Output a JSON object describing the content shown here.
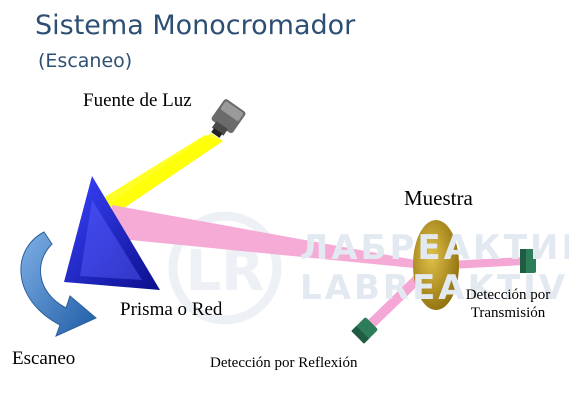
{
  "diagram": {
    "title": "Sistema Monocromador",
    "subtitle": "(Escaneo)",
    "labels": {
      "light_source": "Fuente de Luz",
      "prism": "Prisma o Red",
      "scan": "Escaneo",
      "sample": "Muestra",
      "reflection_detection": "Detección por Reflexión",
      "transmission_detection": "Detección por Transmisión"
    },
    "watermark": {
      "logo_text": "LR",
      "line1": "ЛАБРЕАКТИВ",
      "line2": "LABREAKTIV"
    },
    "colors": {
      "title": "#2e4f74",
      "light_beam": "#ffff00",
      "dispersed_beam": "#f4a6d4",
      "prism": "#1d24c8",
      "sample": "#b08a10",
      "detector": "#2e7d5a",
      "scan_arrow": "#3b78c4"
    }
  }
}
